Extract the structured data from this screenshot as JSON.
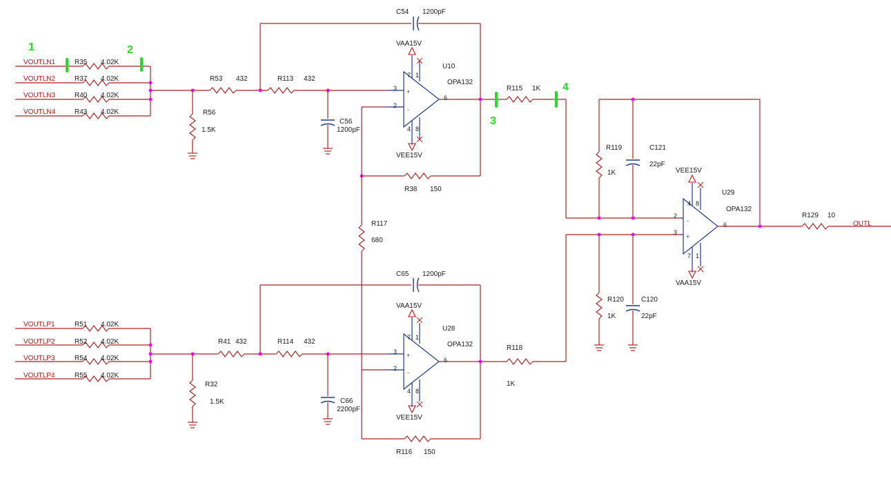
{
  "markers": {
    "m1": "1",
    "m2": "2",
    "m3": "3",
    "m4": "4"
  },
  "nets": {
    "voutln1": "VOUTLN1",
    "voutln2": "VOUTLN2",
    "voutln3": "VOUTLN3",
    "voutln4": "VOUTLN4",
    "voutlp1": "VOUTLP1",
    "voutlp2": "VOUTLP2",
    "voutlp3": "VOUTLP3",
    "voutlp4": "VOUTLP4",
    "outl": "OUTL"
  },
  "resistors": {
    "r35": {
      "ref": "R35",
      "val": "4.02K"
    },
    "r37": {
      "ref": "R37",
      "val": "4.02K"
    },
    "r40": {
      "ref": "R40",
      "val": "4.02K"
    },
    "r43": {
      "ref": "R43",
      "val": "4.02K"
    },
    "r51": {
      "ref": "R51",
      "val": "4.02K"
    },
    "r52": {
      "ref": "R52",
      "val": "4.02K"
    },
    "r54": {
      "ref": "R54",
      "val": "4.02K"
    },
    "r55": {
      "ref": "R55",
      "val": "4.02K"
    },
    "r53": {
      "ref": "R53",
      "val": "432"
    },
    "r113": {
      "ref": "R113",
      "val": "432"
    },
    "r41": {
      "ref": "R41",
      "val": "432"
    },
    "r114": {
      "ref": "R114",
      "val": "432"
    },
    "r56": {
      "ref": "R56",
      "val": "1.5K"
    },
    "r32": {
      "ref": "R32",
      "val": "1.5K"
    },
    "r38": {
      "ref": "R38",
      "val": "150"
    },
    "r116": {
      "ref": "R116",
      "val": "150"
    },
    "r117": {
      "ref": "R117",
      "val": "680"
    },
    "r115": {
      "ref": "R115",
      "val": "1K"
    },
    "r118": {
      "ref": "R118",
      "val": "1K"
    },
    "r119": {
      "ref": "R119",
      "val": "1K"
    },
    "r120": {
      "ref": "R120",
      "val": "1K"
    },
    "r129": {
      "ref": "R129",
      "val": "10"
    }
  },
  "capacitors": {
    "c54": {
      "ref": "C54",
      "val": "1200pF"
    },
    "c56": {
      "ref": "C56",
      "val": "1200pF"
    },
    "c65": {
      "ref": "C65",
      "val": "1200pF"
    },
    "c66": {
      "ref": "C66",
      "val": "2200pF"
    },
    "c121": {
      "ref": "C121",
      "val": "22pF"
    },
    "c120": {
      "ref": "C120",
      "val": "22pF"
    }
  },
  "opamps": {
    "u10": {
      "ref": "U10",
      "part": "OPA132",
      "vpos": "VAA15V",
      "vneg": "VEE15V"
    },
    "u28": {
      "ref": "U28",
      "part": "OPA132",
      "vpos": "VAA15V",
      "vneg": "VEE15V"
    },
    "u29": {
      "ref": "U29",
      "part": "OPA132",
      "vtop": "VEE15V",
      "vbot": "VAA15V"
    }
  },
  "pins": {
    "p1": "1",
    "p2": "2",
    "p3": "3",
    "p4": "4",
    "p6": "6",
    "p7": "7",
    "p8": "8",
    "plus": "+",
    "minus": "-"
  },
  "colors": {
    "wire": "#b22222",
    "opamp": "#1f3a8a",
    "junction": "#ff00ff",
    "marker": "#22dd22",
    "net_label": "#cc1111"
  }
}
